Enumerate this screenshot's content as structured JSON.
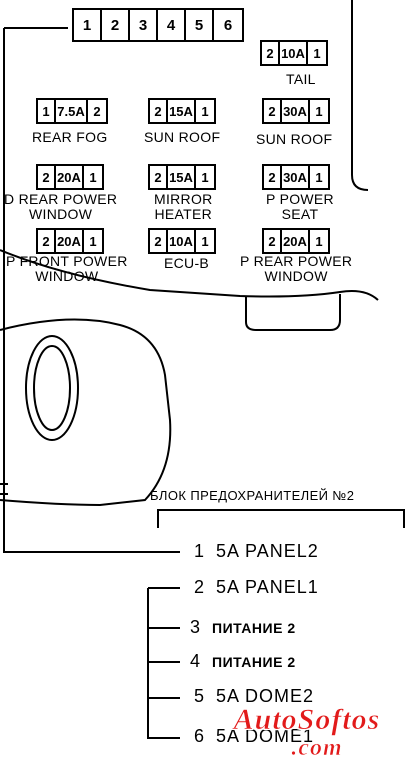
{
  "top_row": [
    "1",
    "2",
    "3",
    "4",
    "5",
    "6"
  ],
  "fuses": [
    {
      "id": "tail",
      "left": "2",
      "amp": "10A",
      "right": "1",
      "label": [
        "TAIL"
      ]
    },
    {
      "id": "rear-fog",
      "left": "1",
      "amp": "7.5A",
      "right": "2",
      "label": [
        "REAR FOG"
      ]
    },
    {
      "id": "sun-roof-a",
      "left": "2",
      "amp": "15A",
      "right": "1",
      "label": [
        "SUN ROOF"
      ]
    },
    {
      "id": "sun-roof-b",
      "left": "2",
      "amp": "30A",
      "right": "1",
      "label": [
        "SUN ROOF"
      ]
    },
    {
      "id": "d-rear-power-window",
      "left": "2",
      "amp": "20A",
      "right": "1",
      "label": [
        "D REAR POWER",
        "WINDOW"
      ]
    },
    {
      "id": "mirror-heater",
      "left": "2",
      "amp": "15A",
      "right": "1",
      "label": [
        "MIRROR",
        "HEATER"
      ]
    },
    {
      "id": "p-power-seat",
      "left": "2",
      "amp": "30A",
      "right": "1",
      "label": [
        "P POWER",
        "SEAT"
      ]
    },
    {
      "id": "p-front-power-window",
      "left": "2",
      "amp": "20A",
      "right": "1",
      "label": [
        "P FRONT POWER",
        "WINDOW"
      ]
    },
    {
      "id": "ecu-b",
      "left": "2",
      "amp": "10A",
      "right": "1",
      "label": [
        "ECU-B"
      ]
    },
    {
      "id": "p-rear-power-window",
      "left": "2",
      "amp": "20A",
      "right": "1",
      "label": [
        "P REAR POWER",
        "WINDOW"
      ]
    }
  ],
  "legend": {
    "title": "БЛОК ПРЕДОХРАНИТЕЛЕЙ №2",
    "items": [
      {
        "num": "1",
        "text": "5A  PANEL2"
      },
      {
        "num": "2",
        "text": "5A  PANEL1"
      },
      {
        "num": "3",
        "text": "ПИТАНИЕ 2"
      },
      {
        "num": "4",
        "text": "ПИТАНИЕ 2"
      },
      {
        "num": "5",
        "text": "5A  DOME2"
      },
      {
        "num": "6",
        "text": "5A  DOME1"
      }
    ]
  },
  "watermark": {
    "line1": "AutoSoftos",
    "line2": ".com",
    "color": "#e21a1a"
  }
}
